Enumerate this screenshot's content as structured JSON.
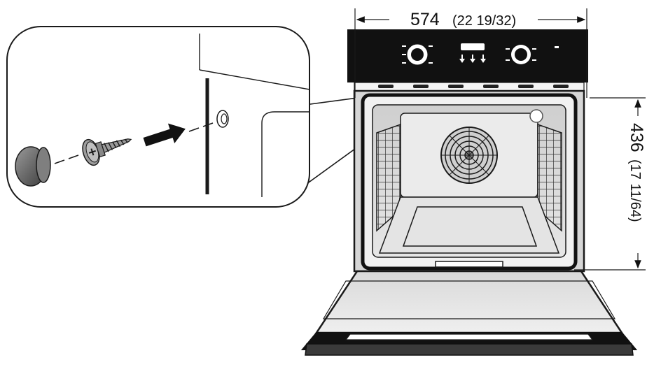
{
  "dimensions": {
    "width": {
      "value": "574",
      "imperial": "(22 19/32)"
    },
    "height": {
      "value": "436",
      "imperial": "(17 11/64)"
    }
  },
  "icons": {
    "cap": "cover-cap-icon",
    "screw": "screw-icon",
    "arrow": "insertion-arrow-icon",
    "hole": "mounting-hole-icon",
    "oven": "built-in-oven-icon",
    "fan": "convection-fan-icon"
  },
  "colors": {
    "line": "#1a1a1a",
    "panel": "#111111",
    "door_fill": "#e3e3e3",
    "cavity_fill": "#dcdcdc"
  }
}
